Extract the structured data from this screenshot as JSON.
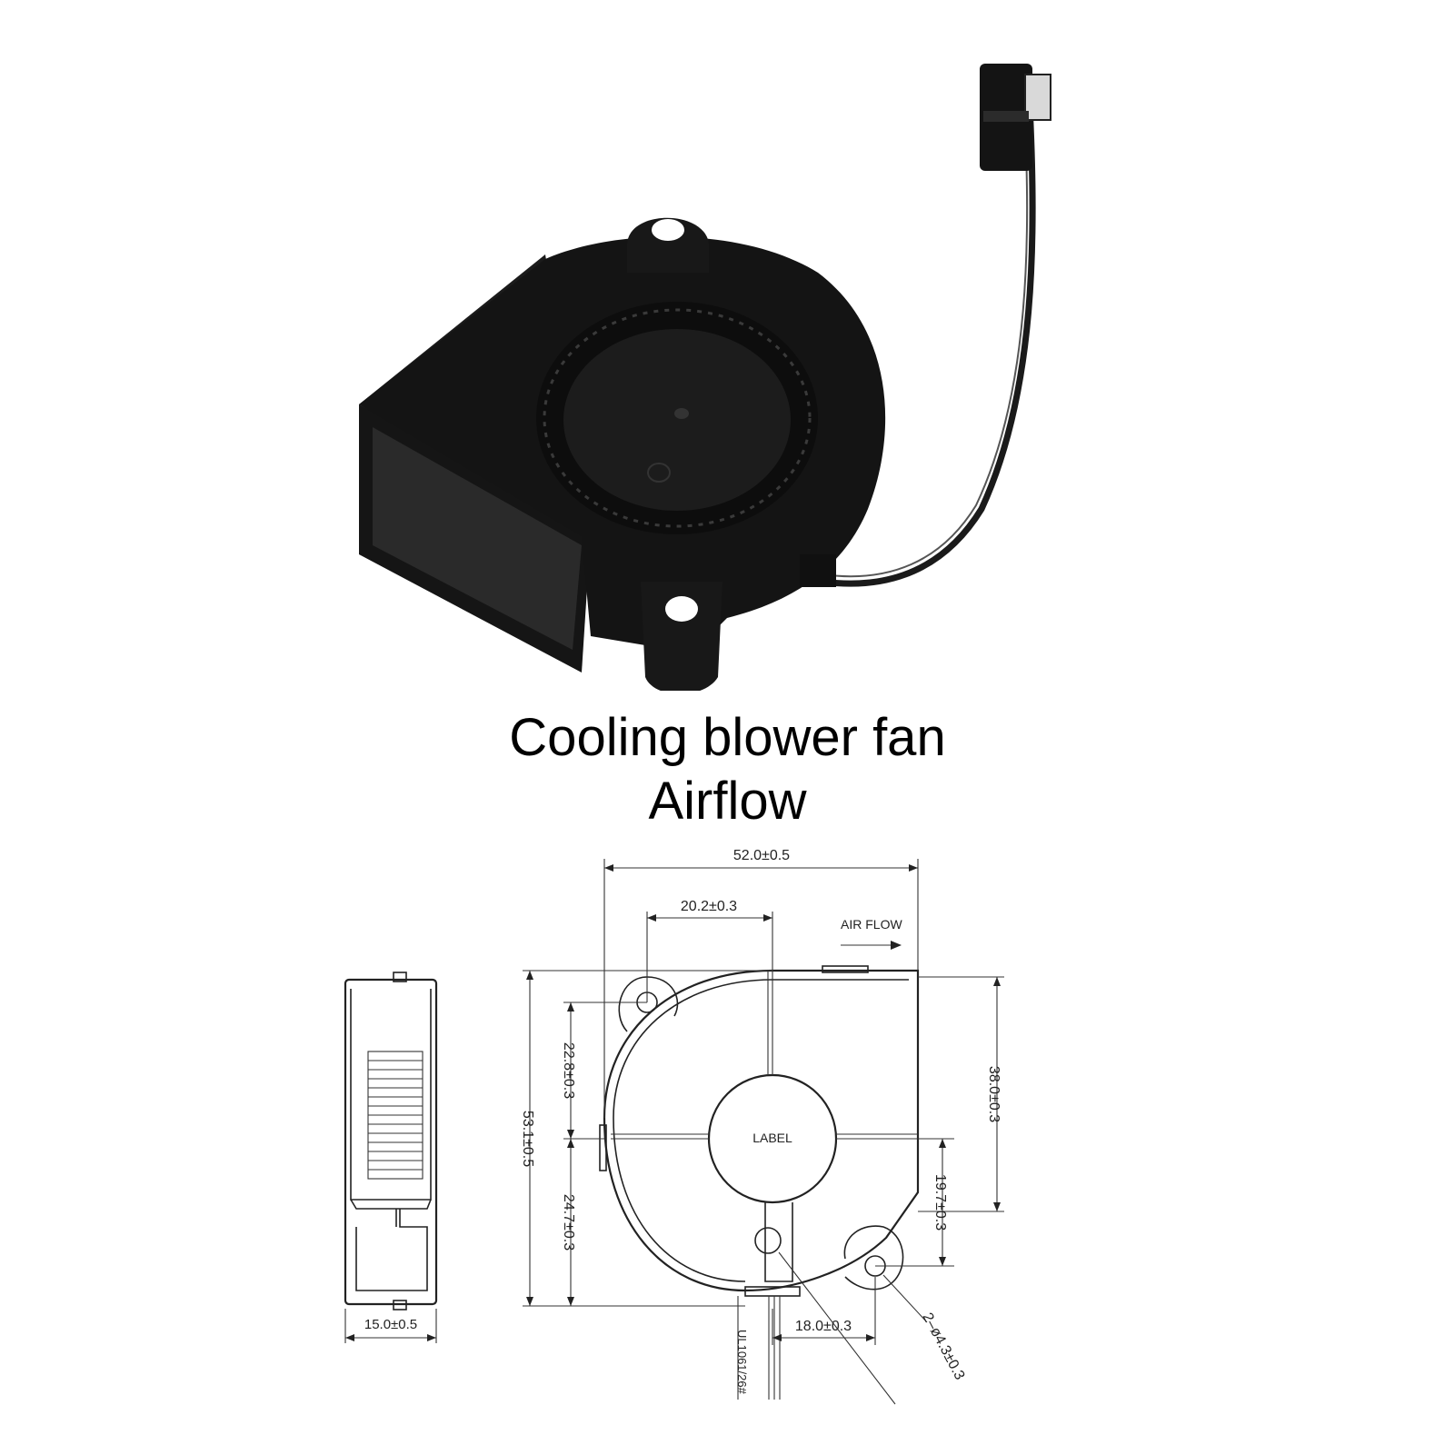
{
  "captions": {
    "line1": "Cooling blower fan",
    "line2": "Airflow"
  },
  "drawing": {
    "dim_width": "52.0±0.5",
    "dim_hole_offset": "20.2±0.3",
    "dim_height_total": "53.1±0.5",
    "dim_upper": "22.8±0.3",
    "dim_lower": "24.7±0.3",
    "dim_right_outlet": "38.0±0.3",
    "dim_right_lower": "19.7±0.3",
    "dim_bottom_hole": "18.0±0.3",
    "dim_holes": "2–ø4.3±0.3",
    "dim_thickness": "15.0±0.5",
    "air_flow": "AIR FLOW",
    "label_text": "LABEL",
    "cable_text": "UL1061/26#"
  },
  "colors": {
    "fan_body": "#111111",
    "line": "#222222"
  }
}
